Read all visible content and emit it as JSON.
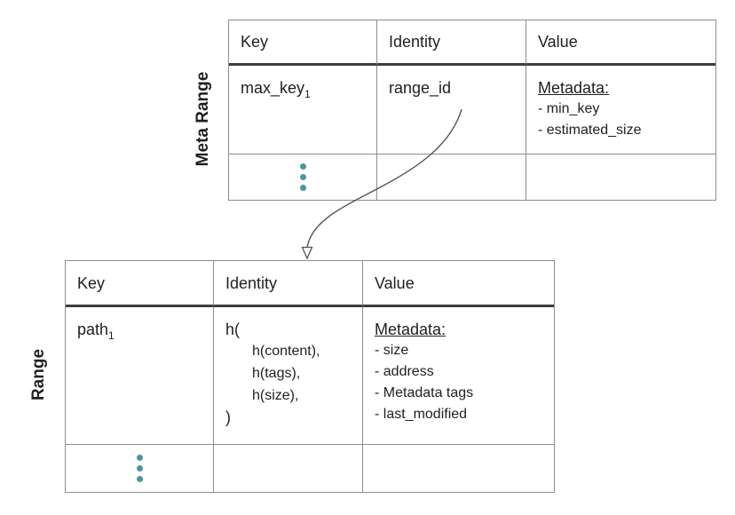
{
  "colors": {
    "table_border": "#8d8d8d",
    "header_separator": "#3d3d3d",
    "text": "#1f1f1f",
    "ellipsis_dot": "#4f93a2",
    "arrow": "#555555"
  },
  "meta_range_table": {
    "label": "Meta Range",
    "headers": [
      "Key",
      "Identity",
      "Value"
    ],
    "row": {
      "key_base": "max_key",
      "key_sub": "1",
      "identity": "range_id",
      "value_heading": "Metadata:",
      "value_items": [
        "- min_key",
        "- estimated_size"
      ]
    }
  },
  "range_table": {
    "label": "Range",
    "headers": [
      "Key",
      "Identity",
      "Value"
    ],
    "row": {
      "key_base": "path",
      "key_sub": "1",
      "identity_lines": [
        "h(",
        "h(content),",
        "h(tags),",
        "h(size),",
        ")"
      ],
      "value_heading": "Metadata:",
      "value_items": [
        "- size",
        "- address",
        "- Metadata tags",
        "- last_modified"
      ]
    }
  }
}
